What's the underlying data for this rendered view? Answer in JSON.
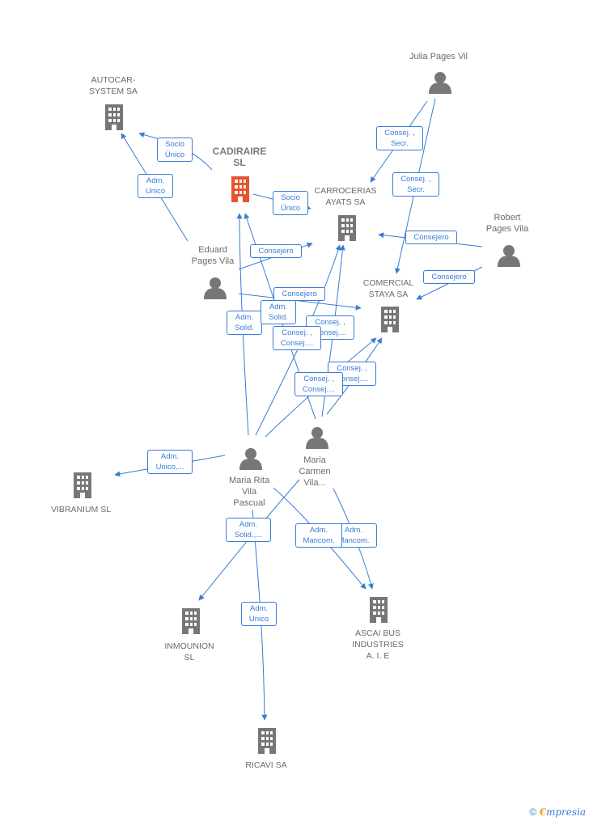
{
  "colors": {
    "edge": "#3a7bd5",
    "icon_gray": "#777777",
    "icon_main": "#e8532b"
  },
  "nodes": {
    "autocar": {
      "label": "AUTOCAR-\nSYSTEM SA",
      "kind": "company"
    },
    "cadiraire": {
      "label": "CADIRAIRE\nSL",
      "kind": "company_main"
    },
    "carrocerias": {
      "label": "CARROCERIAS\nAYATS SA",
      "kind": "company"
    },
    "comercial": {
      "label": "COMERCIAL\nSTAYA SA",
      "kind": "company"
    },
    "vibranium": {
      "label": "VIBRANIUM  SL",
      "kind": "company"
    },
    "inmounion": {
      "label": "INMOUNION\nSL",
      "kind": "company"
    },
    "ascai": {
      "label": "ASCAI BUS\nINDUSTRIES\nA.  I. E",
      "kind": "company"
    },
    "ricavi": {
      "label": "RICAVI SA",
      "kind": "company"
    },
    "julia": {
      "label": "Julia Pages Vil",
      "kind": "person"
    },
    "robert": {
      "label": "Robert\nPages Vila",
      "kind": "person"
    },
    "eduard": {
      "label": "Eduard\nPages Vila",
      "kind": "person"
    },
    "mariarita": {
      "label": "Maria Rita\nVila\nPascual",
      "kind": "person"
    },
    "mariacarmen": {
      "label": "Maria\nCarmen\nVila...",
      "kind": "person"
    }
  },
  "edge_labels": {
    "e1": "Socio\nÚnico",
    "e2": "Adm.\nUnico",
    "e3": "Socio\nÚnico",
    "e4": "Consej. ,\nSecr.",
    "e5": "Consej. ,\nSecr.",
    "e6": "Consejero",
    "e7": "Consejero",
    "e8": "Consejero",
    "e9": "Consejero",
    "e10": "Adm.\nSolid.",
    "e11": "Adm.\nSolid.",
    "e12": "Consej. ,\nConsej....",
    "e13": "Consej. ,\nConsej....",
    "e14": "Consej. ,\nConsej....",
    "e15": "Consej. ,\nConsej....",
    "e16": "Adm.\nUnico,...",
    "e17": "Adm.\nSolid.,...",
    "e18": "Adm.\nMancom.",
    "e19": "Adm.\nMancom.",
    "e20": "Adm.\nUnico"
  },
  "footer": {
    "copyright": "©",
    "brand_first": "€",
    "brand_rest": "mpresia"
  }
}
